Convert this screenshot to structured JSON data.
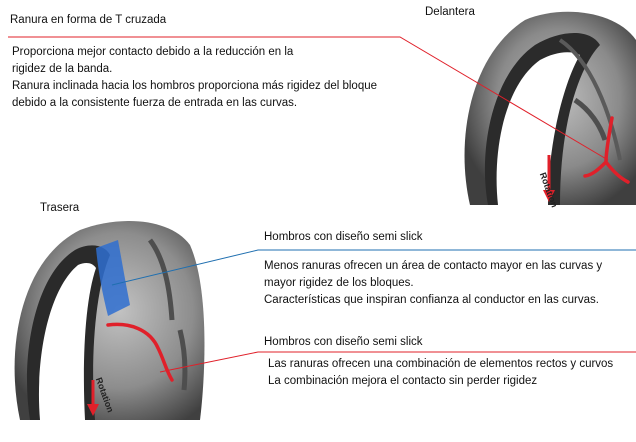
{
  "front_label": "Delantera",
  "rear_label": "Trasera",
  "groove": {
    "title": "Ranura en forma de T cruzada",
    "lines": [
      "Proporciona mejor contacto debido a la reducción en la",
      "rigidez de la banda.",
      "Ranura inclinada hacia los hombros proporciona más rigidez del bloque",
      "debido a la consistente fuerza de entrada en las curvas."
    ]
  },
  "shoulder_1": {
    "title": "Hombros con diseño semi slick",
    "lines": [
      "Menos ranuras ofrecen un área de contacto mayor en las curvas y",
      "mayor rigidez de los bloques.",
      "Características que inspiran confianza al conductor en las curvas."
    ]
  },
  "shoulder_2": {
    "title": "Hombros con diseño semi slick",
    "lines": [
      "Las ranuras ofrecen una combinación de elementos rectos y curvos",
      "La combinación  mejora el contacto sin perder rigidez"
    ]
  },
  "rotation_text": "Rotation",
  "colors": {
    "red": "#e0202a",
    "blue": "#1f6fb0",
    "highlight_blue": "#2f6fd0",
    "tire": "#6e6e6e"
  }
}
